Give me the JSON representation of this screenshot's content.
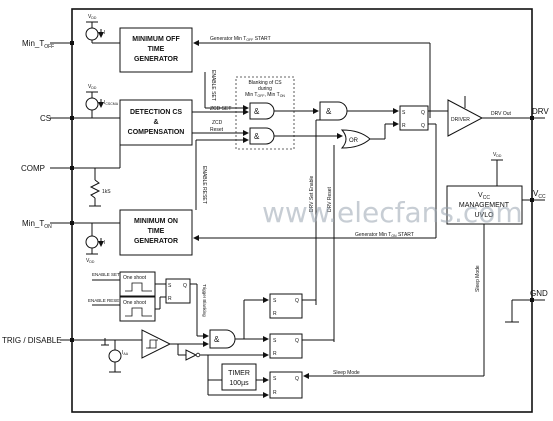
{
  "pins": {
    "min_toff": "Min_T",
    "min_toff_sub": "OFF",
    "cs": "CS",
    "comp": "COMP",
    "min_ton": "Min_T",
    "min_ton_sub": "ON",
    "trig": "TRIG / DISABLE",
    "drv": "DRV",
    "vcc": "V",
    "vcc_sub": "CC",
    "gnd": "GND"
  },
  "blocks": {
    "min_off": [
      "MINIMUM OFF",
      "TIME",
      "GENERATOR"
    ],
    "detection": [
      "DETECTION CS",
      "&",
      "COMPENSATION"
    ],
    "min_on": [
      "MINIMUM ON",
      "TIME",
      "GENERATOR"
    ],
    "driver": "DRIVER",
    "vcc_mgmt": [
      "V",
      "CC",
      "MANAGEMENT",
      "UVLO"
    ],
    "timer": [
      "TIMER",
      "100µs"
    ],
    "or_gate": "OR",
    "and_gate": "&",
    "one_shot": "One shoot",
    "ff_s": "S",
    "ff_r": "R",
    "ff_q": "Q"
  },
  "labels": {
    "gen_min_toff_start": "Generator Min T",
    "gen_min_toff_start_sub": "OFF",
    "gen_min_toff_start_tail": " START",
    "gen_min_ton_start": "Generator Min T",
    "gen_min_ton_start_sub": "ON",
    "gen_min_ton_start_tail": " START",
    "enable_set": "ENABLE SET",
    "enable_reset": "ENABLE RESET",
    "enable_set_small": "ENABLE SET",
    "enable_reset_small": "ENABLE RESET",
    "zcd_set": "ZCD SET",
    "zcd_reset_1": "ZCD",
    "zcd_reset_2": "Reset",
    "blanking_1": "Blanking of CS",
    "blanking_2": "during",
    "blanking_3": "Min T",
    "blanking_3_sub_a": "OFF",
    "blanking_3_mid": ", Min T",
    "blanking_3_sub_b": "ON",
    "drv_out": "DRV Out",
    "drv_set_enable": "DRV Set Enable",
    "drv_reset": "DRV Reset",
    "trigger_blanking": "Trigger Blanking",
    "sleep_mode_h": "Sleep Mode",
    "sleep_mode_v": "Sleep Mode",
    "vdd": "V",
    "vdd_sub": "DD",
    "i_toff": "I",
    "i_ton": "I",
    "i_cs": "I",
    "i_cs_sub": "CSCMA",
    "i_trig": "I",
    "i_trig_sub": "AA",
    "r_1k": "1kS"
  },
  "watermark": "www.elecfans.com",
  "colors": {
    "line": "#111111",
    "dash": "#333333",
    "watermark": "#9aa6b2"
  }
}
